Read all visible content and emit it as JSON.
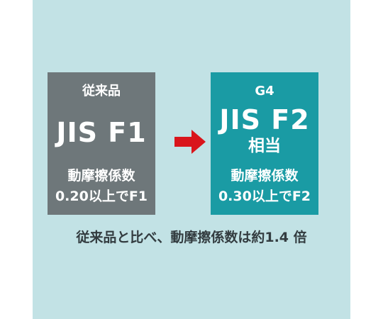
{
  "left_box": {
    "label": "従来品",
    "standard": "JIS F1",
    "metric": "動摩擦係数",
    "value_text": "0.20以上でF1"
  },
  "right_box": {
    "label": "G4",
    "standard": "JIS F2",
    "equivalent": "相当",
    "metric": "動摩擦係数",
    "value_text": "0.30以上でF2"
  },
  "caption": "従来品と比べ、動摩擦係数は約1.4 倍",
  "colors": {
    "panel_bg": "#c2e2e5",
    "left_box": "#6e777a",
    "right_box": "#1a9ba4",
    "arrow": "#d9151b",
    "caption_text": "#333c40"
  },
  "icons": {
    "arrow": "right-arrow-icon"
  }
}
